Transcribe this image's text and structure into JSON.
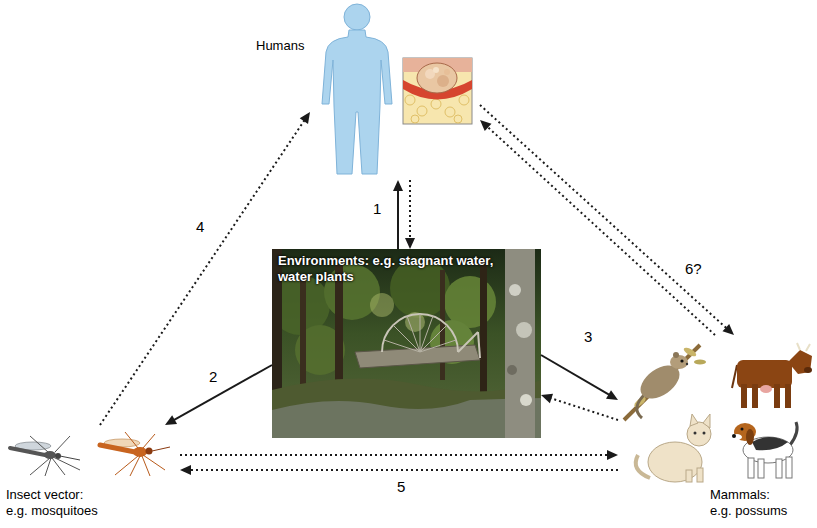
{
  "diagram": {
    "nodes": [
      {
        "text": [
          "Humans"
        ]
      },
      {
        "text": [
          "Environments: e.g. stagnant water, water plants"
        ]
      },
      {
        "text": [
          "Insect vector: e.g. mosquitoes"
        ]
      },
      {
        "text": [
          "Mammals: e.g. possums"
        ]
      }
    ],
    "edges": [
      {
        "from": 1,
        "to": 0,
        "arrow": "to",
        "label": "1"
      },
      {
        "from": 0,
        "to": 1,
        "arrow": "to"
      },
      {
        "from": 1,
        "to": 2,
        "arrow": "to",
        "label": "2"
      },
      {
        "from": 1,
        "to": 3,
        "arrow": "to",
        "label": "3"
      },
      {
        "from": 3,
        "to": 1,
        "arrow": "to"
      },
      {
        "from": 2,
        "to": 0,
        "arrow": "to",
        "label": "4"
      },
      {
        "from": 2,
        "to": 3,
        "arrow": "to"
      },
      {
        "from": 3,
        "to": 2,
        "arrow": "to",
        "label": "5"
      },
      {
        "from": 0,
        "to": 3,
        "arrow": "to",
        "label": "6?"
      },
      {
        "from": 3,
        "to": 0,
        "arrow": "to"
      }
    ]
  }
}
